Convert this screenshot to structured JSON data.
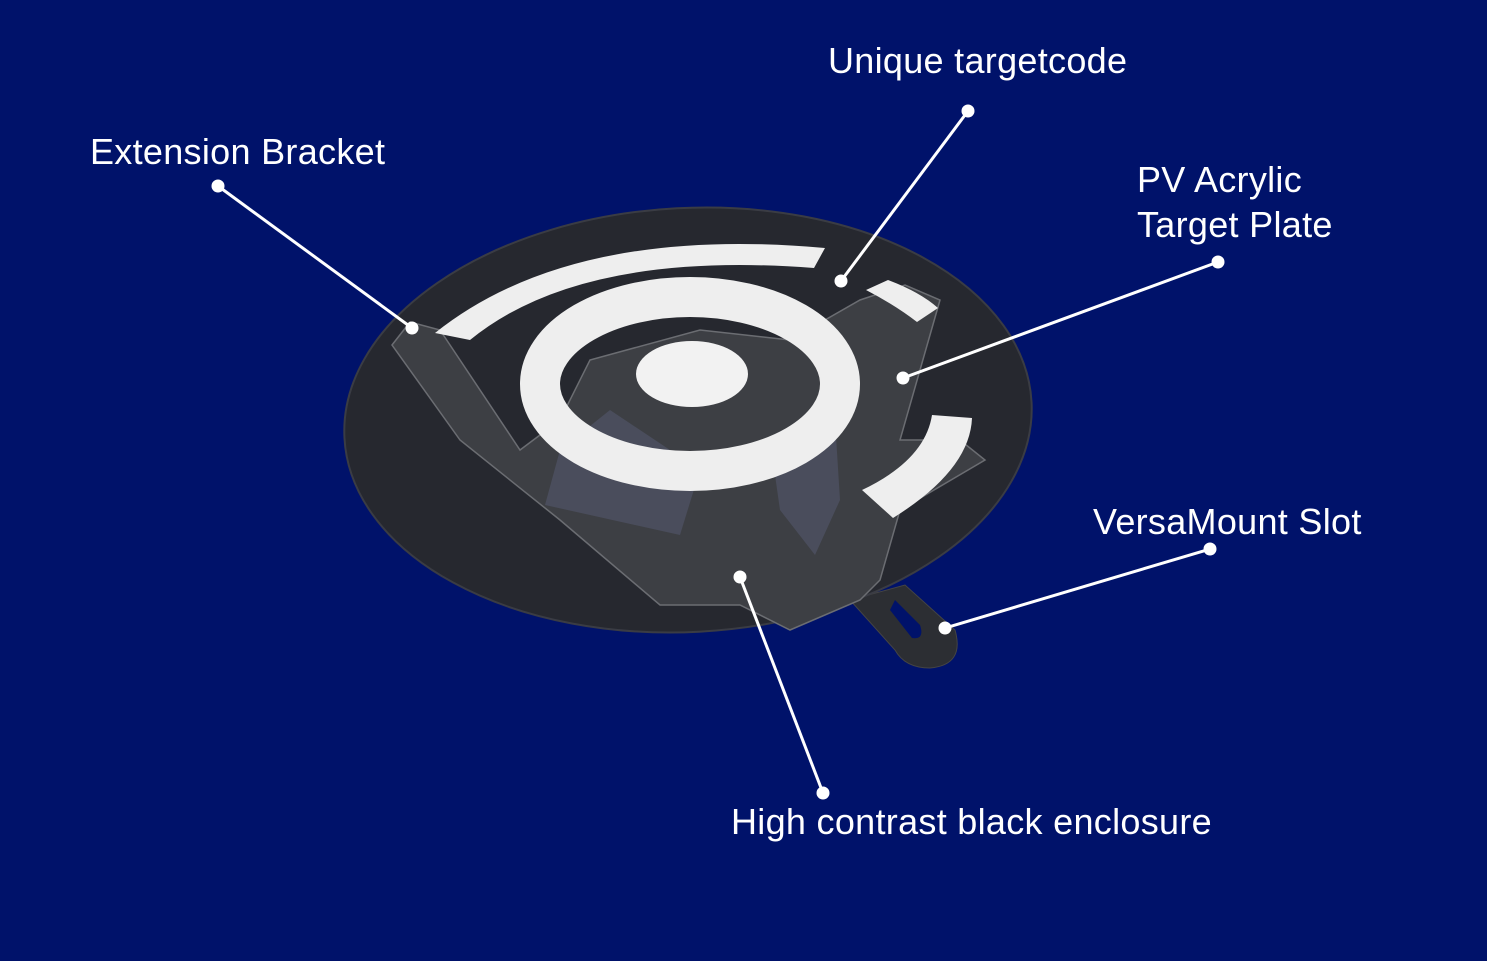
{
  "colors": {
    "background": "#00126a",
    "label": "#ffffff",
    "plate": "#26282f",
    "marking": "#eeeeee"
  },
  "labels": {
    "unique_targetcode": "Unique targetcode",
    "extension_bracket": "Extension Bracket",
    "pv_acrylic_line1": "PV Acrylic",
    "pv_acrylic_line2": "Target Plate",
    "versamount_slot": "VersaMount Slot",
    "enclosure": "High contrast black enclosure"
  }
}
